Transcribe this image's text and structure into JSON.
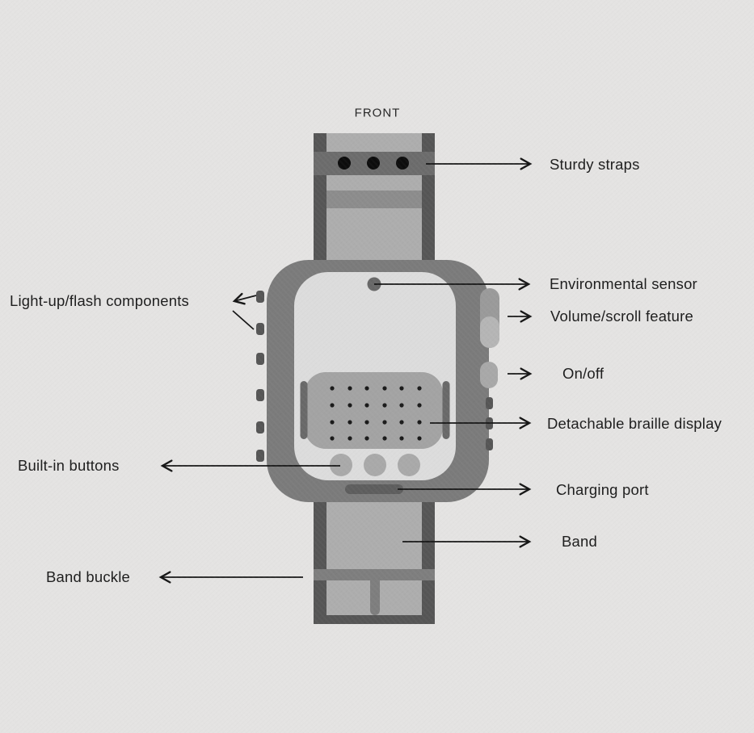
{
  "view_label": "FRONT",
  "labels": {
    "sturdy_straps": "Sturdy straps",
    "environmental_sensor": "Environmental sensor",
    "volume_scroll_feature": "Volume/scroll feature",
    "on_off": "On/off",
    "detachable_braille_display": "Detachable braille display",
    "charging_port": "Charging port",
    "band": "Band",
    "light_up_flash_components": "Light-up/flash components",
    "built_in_buttons": "Built-in buttons",
    "band_buckle": "Band buckle"
  },
  "colors": {
    "bg": "#e4e3e2",
    "case": "#7b7b7b",
    "screen": "#dcdcdc",
    "strap": "#adadad",
    "rail": "#565656",
    "holeband": "#6c6c6c",
    "midband": "#8c8c8c",
    "pad": "#a3a3a3",
    "clip": "#696969",
    "btn": "#a9a9a9",
    "port": "#5e5e5e",
    "sensor": "#686868",
    "voltop": "#9a9a9a",
    "volbot": "#b5b5b5",
    "power": "#a8a8a8",
    "buckle": "#7e7e7e",
    "line": "#161616",
    "text": "#1d1d1d"
  }
}
